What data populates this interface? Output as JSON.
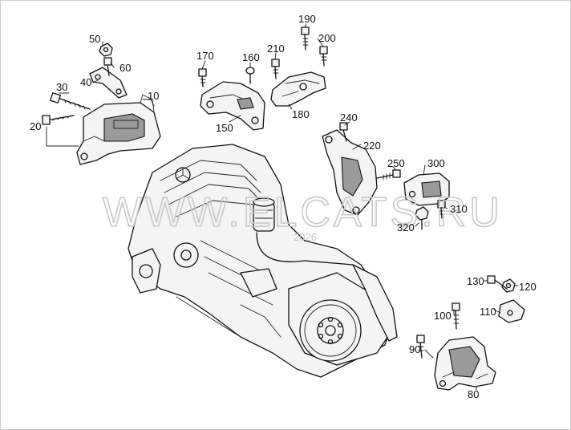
{
  "watermark": {
    "text": "WWW.ELCATS.RU",
    "year": "2026"
  },
  "callouts": [
    {
      "id": "c10",
      "text": "10"
    },
    {
      "id": "c20",
      "text": "20"
    },
    {
      "id": "c30",
      "text": "30"
    },
    {
      "id": "c40",
      "text": "40"
    },
    {
      "id": "c50",
      "text": "50"
    },
    {
      "id": "c60",
      "text": "60"
    },
    {
      "id": "c80",
      "text": "80"
    },
    {
      "id": "c90",
      "text": "90"
    },
    {
      "id": "c100",
      "text": "100"
    },
    {
      "id": "c110",
      "text": "110"
    },
    {
      "id": "c120",
      "text": "120"
    },
    {
      "id": "c130",
      "text": "130"
    },
    {
      "id": "c150",
      "text": "150"
    },
    {
      "id": "c160",
      "text": "160"
    },
    {
      "id": "c170",
      "text": "170"
    },
    {
      "id": "c180",
      "text": "180"
    },
    {
      "id": "c190",
      "text": "190"
    },
    {
      "id": "c200",
      "text": "200"
    },
    {
      "id": "c210",
      "text": "210"
    },
    {
      "id": "c220",
      "text": "220"
    },
    {
      "id": "c240",
      "text": "240"
    },
    {
      "id": "c250",
      "text": "250"
    },
    {
      "id": "c300",
      "text": "300"
    },
    {
      "id": "c310",
      "text": "310"
    },
    {
      "id": "c320",
      "text": "320"
    }
  ]
}
